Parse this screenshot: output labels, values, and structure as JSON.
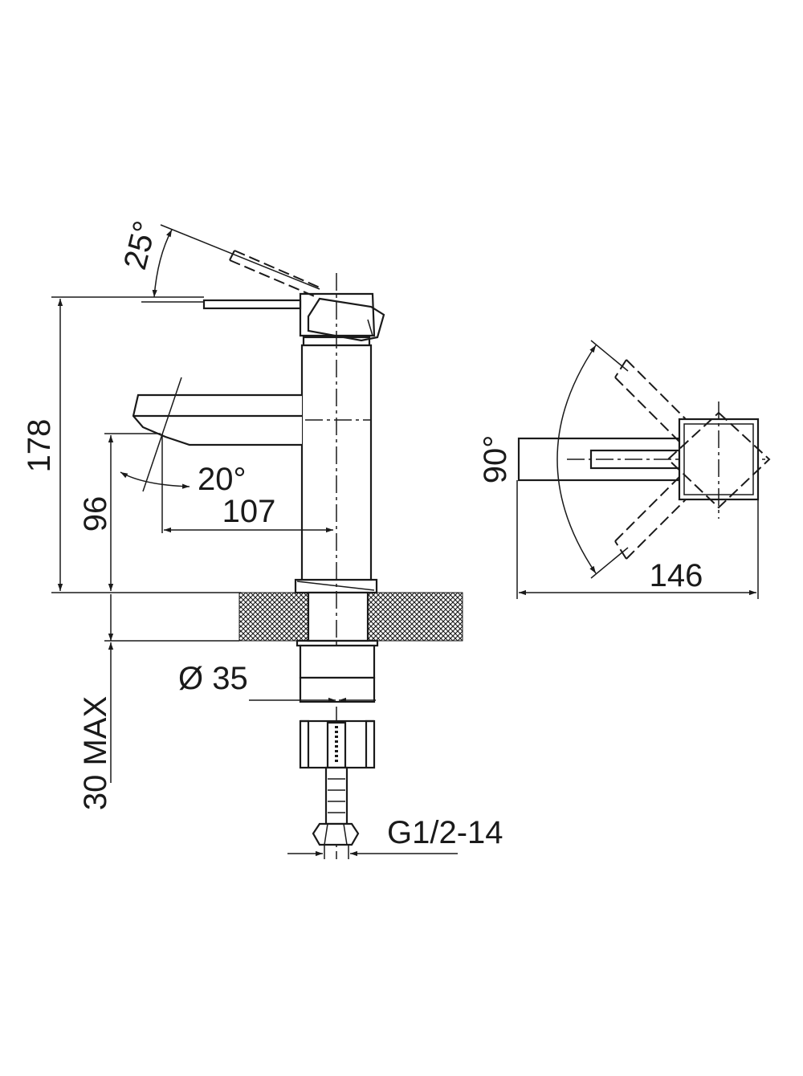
{
  "diagram": {
    "dimensions": {
      "angle_lever": "25°",
      "height_total": "178",
      "angle_spout": "20°",
      "height_spout": "96",
      "reach_spout": "107",
      "diameter": "Ø 35",
      "deck_thickness": "30 MAX",
      "angle_top": "90°",
      "width_top": "146",
      "thread": "G1/2-14"
    },
    "colors": {
      "line": "#1a1a1a",
      "background": "#ffffff"
    }
  }
}
